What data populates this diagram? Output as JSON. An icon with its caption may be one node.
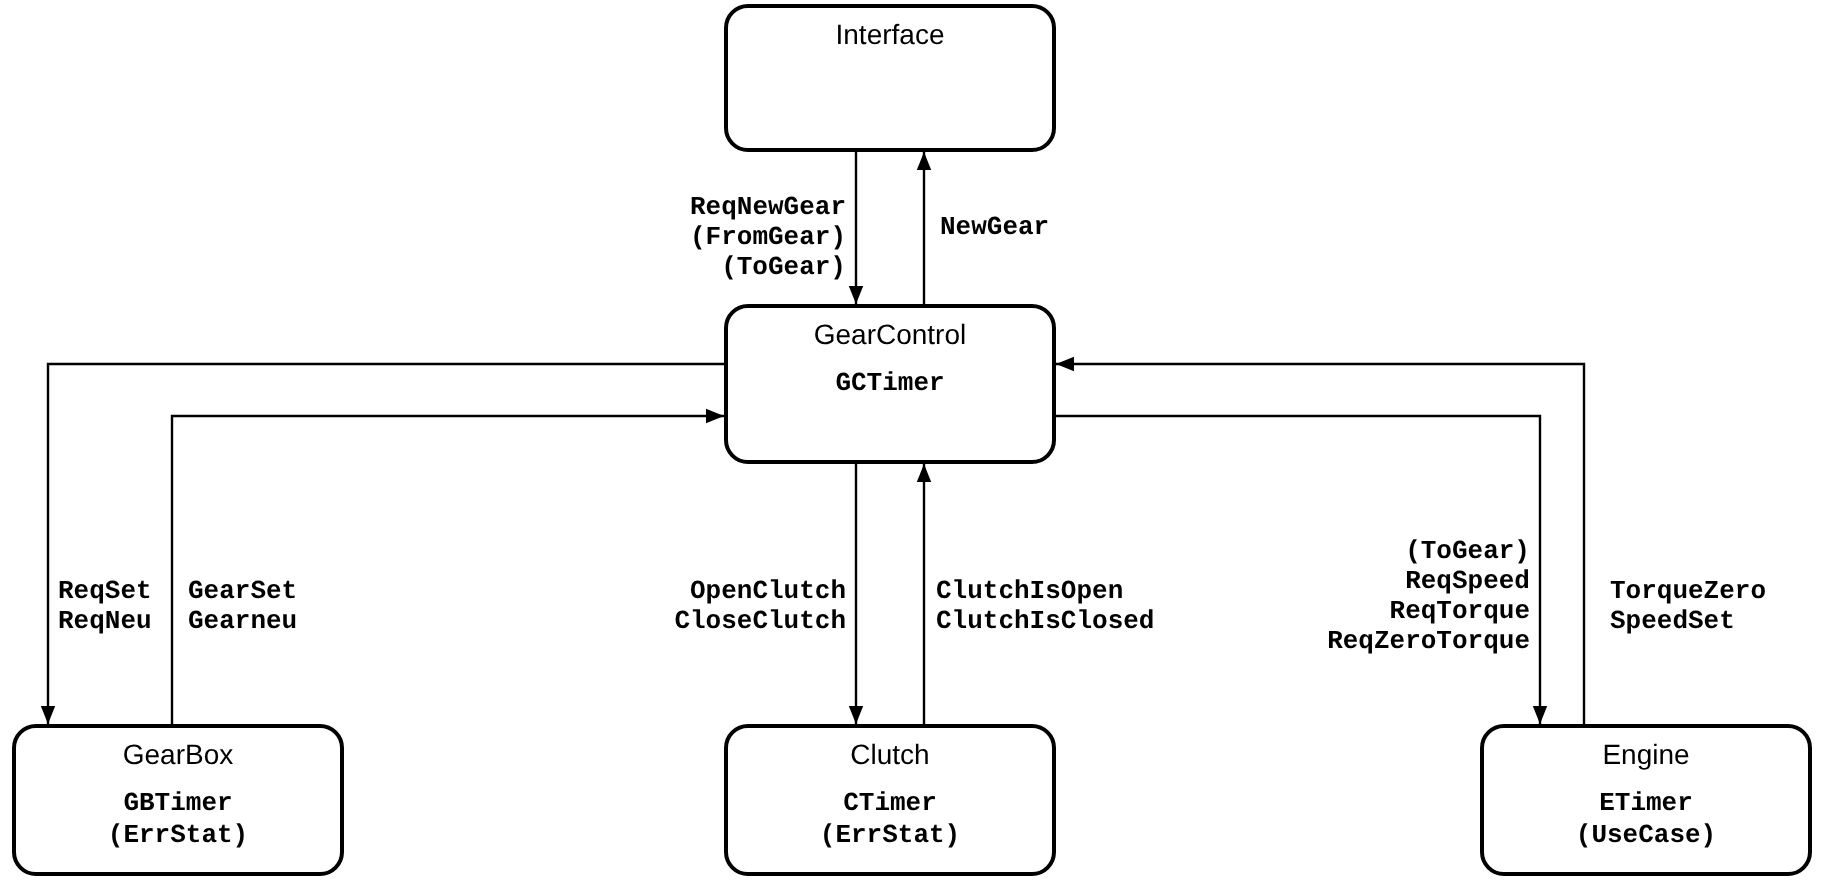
{
  "diagram": {
    "nodes": [
      {
        "text": [
          "Interface"
        ]
      },
      {
        "text": [
          "GearControl",
          "GCTimer"
        ]
      },
      {
        "text": [
          "GearBox",
          "GBTimer",
          "(ErrStat)"
        ]
      },
      {
        "text": [
          "Clutch",
          "CTimer",
          "(ErrStat)"
        ]
      },
      {
        "text": [
          "Engine",
          "ETimer",
          "(UseCase)"
        ]
      }
    ],
    "edges": [
      {
        "from": 0,
        "to": 1,
        "arrow": "to",
        "label": "ReqNewGear (FromGear) (ToGear)"
      },
      {
        "from": 1,
        "to": 0,
        "arrow": "to",
        "label": "NewGear"
      },
      {
        "from": 1,
        "to": 2,
        "arrow": "to",
        "label": "ReqSet ReqNeu"
      },
      {
        "from": 2,
        "to": 1,
        "arrow": "to",
        "label": "GearSet Gearneu"
      },
      {
        "from": 1,
        "to": 3,
        "arrow": "to",
        "label": "OpenClutch CloseClutch"
      },
      {
        "from": 3,
        "to": 1,
        "arrow": "to",
        "label": "ClutchIsOpen ClutchIsClosed"
      },
      {
        "from": 1,
        "to": 4,
        "arrow": "to",
        "label": "(ToGear) ReqSpeed ReqTorque ReqZeroTorque"
      },
      {
        "from": 4,
        "to": 1,
        "arrow": "to",
        "label": "TorqueZero SpeedSet"
      }
    ]
  }
}
